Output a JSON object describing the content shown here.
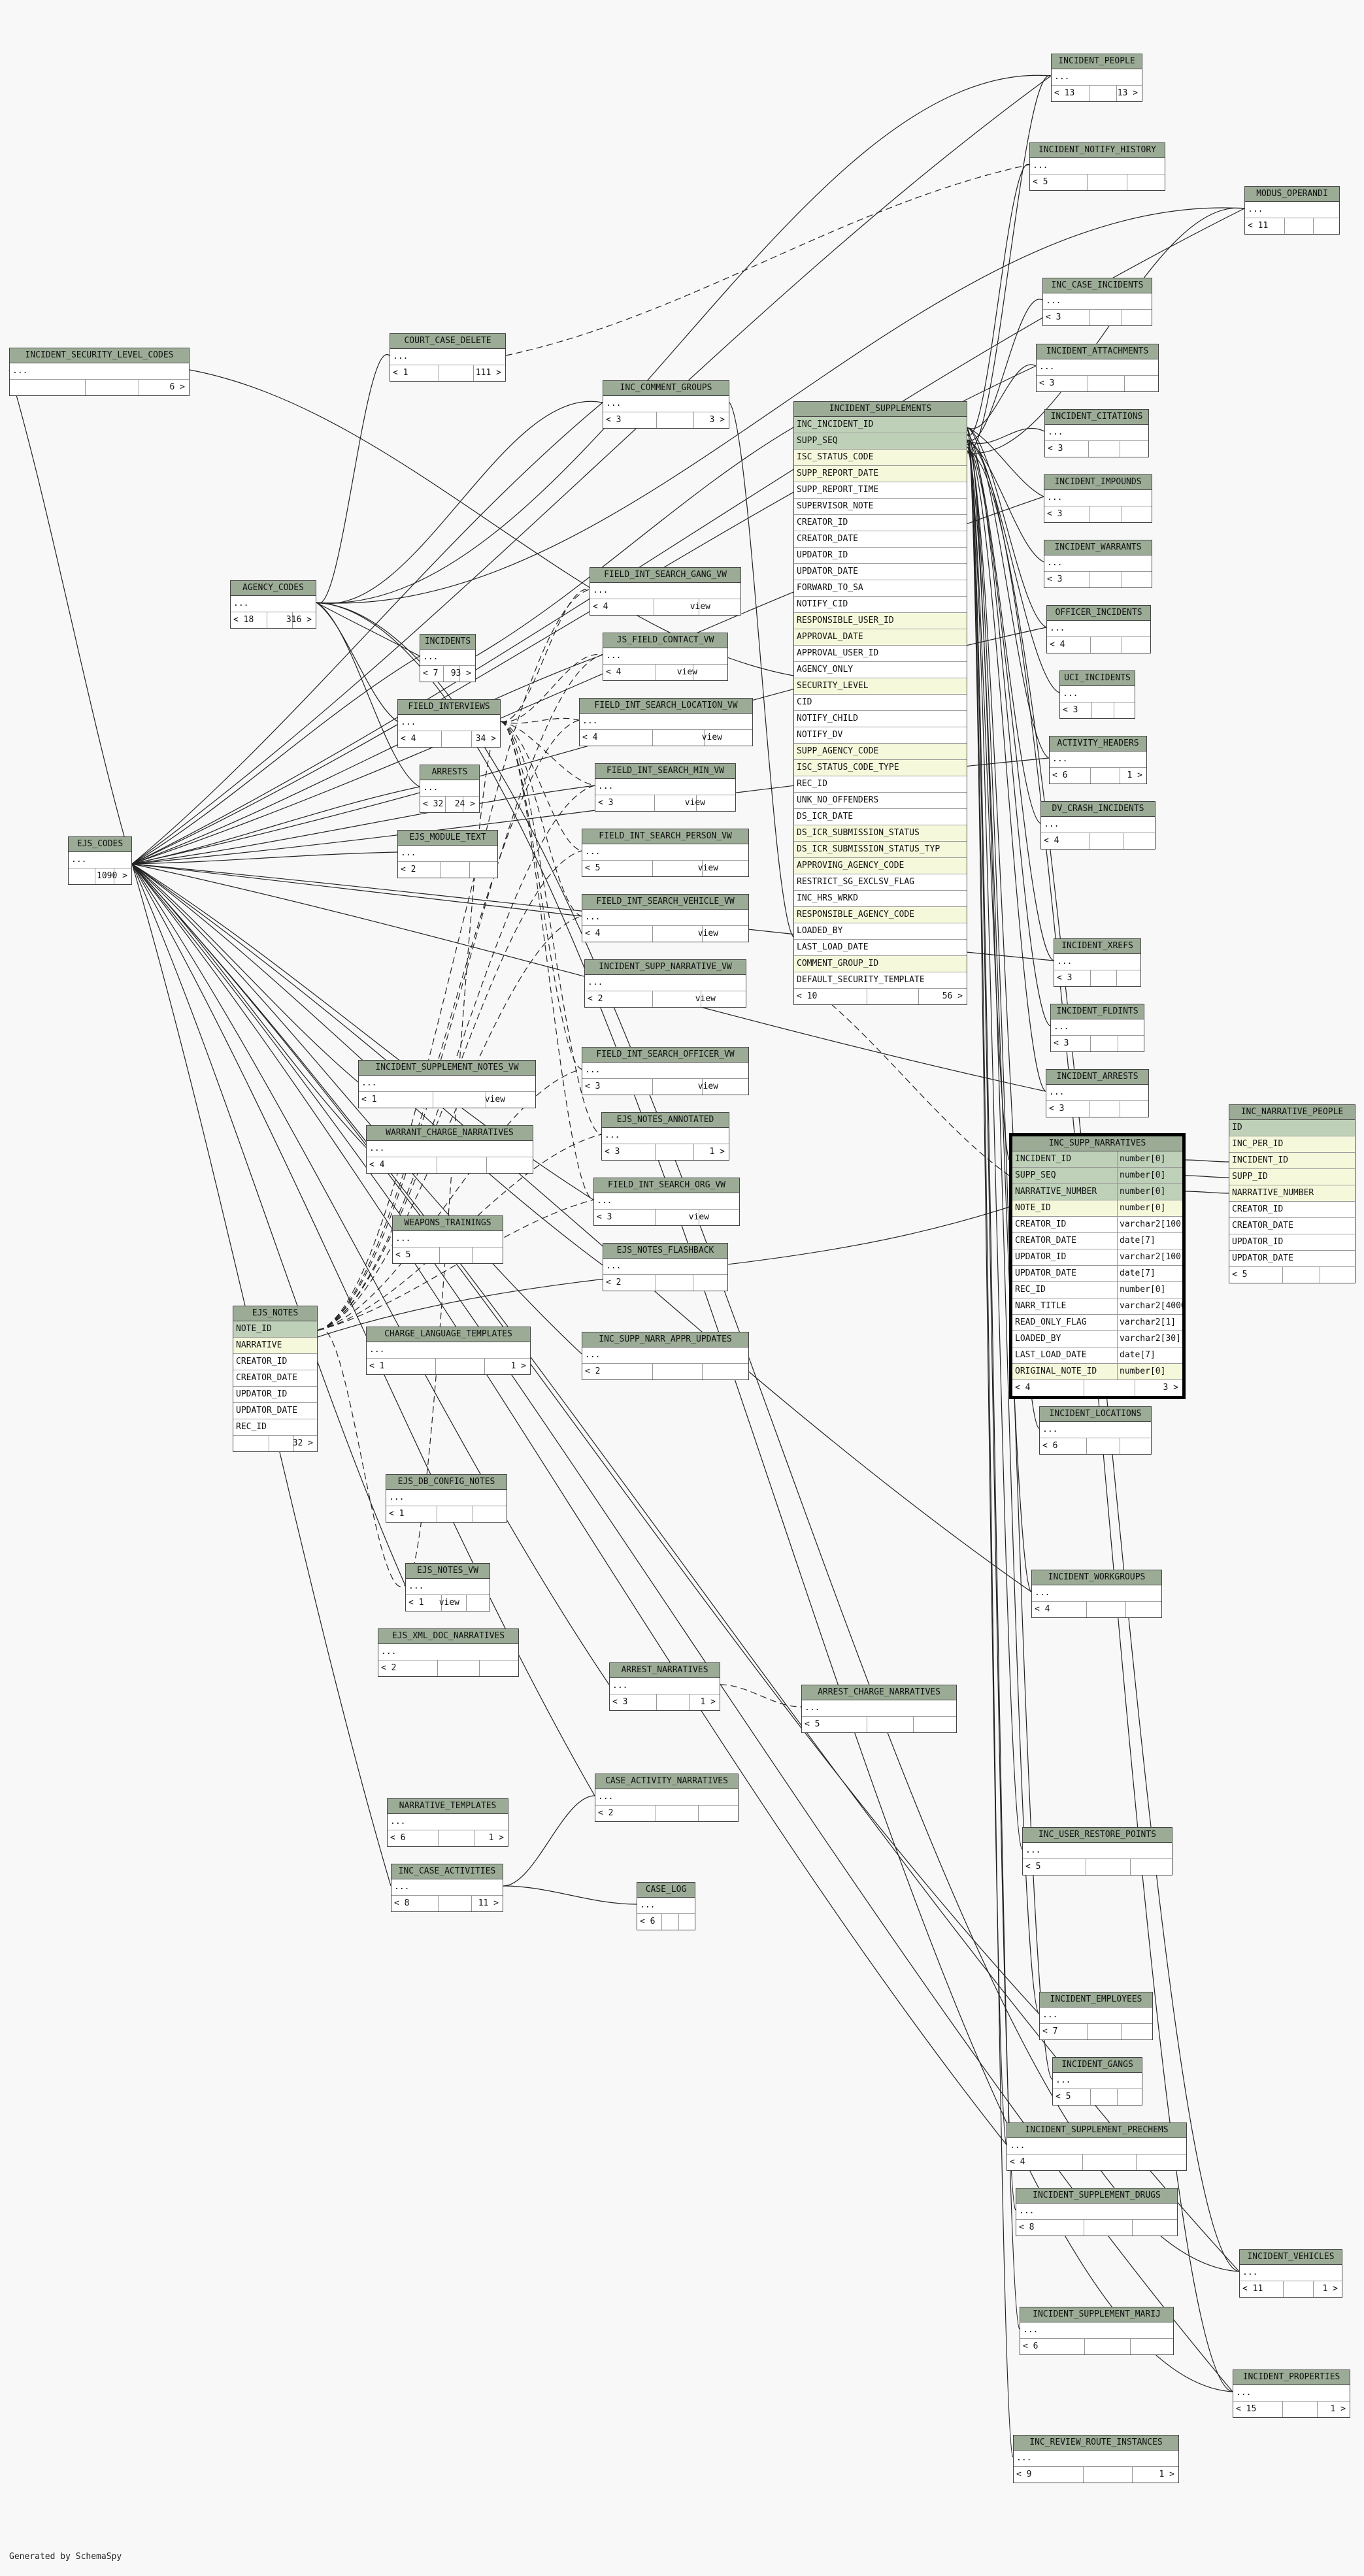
{
  "generated_by": "Generated by SchemaSpy",
  "focus_table": {
    "name": "INC_SUPP_NARRATIVES",
    "columns": [
      {
        "name": "INCIDENT_ID",
        "type": "number[0]",
        "kind": "pk"
      },
      {
        "name": "SUPP_SEQ",
        "type": "number[0]",
        "kind": "pk"
      },
      {
        "name": "NARRATIVE_NUMBER",
        "type": "number[0]",
        "kind": "pk"
      },
      {
        "name": "NOTE_ID",
        "type": "number[0]",
        "kind": "fk"
      },
      {
        "name": "CREATOR_ID",
        "type": "varchar2[100]",
        "kind": ""
      },
      {
        "name": "CREATOR_DATE",
        "type": "date[7]",
        "kind": ""
      },
      {
        "name": "UPDATOR_ID",
        "type": "varchar2[100]",
        "kind": ""
      },
      {
        "name": "UPDATOR_DATE",
        "type": "date[7]",
        "kind": ""
      },
      {
        "name": "REC_ID",
        "type": "number[0]",
        "kind": ""
      },
      {
        "name": "NARR_TITLE",
        "type": "varchar2[4000]",
        "kind": ""
      },
      {
        "name": "READ_ONLY_FLAG",
        "type": "varchar2[1]",
        "kind": ""
      },
      {
        "name": "LOADED_BY",
        "type": "varchar2[30]",
        "kind": ""
      },
      {
        "name": "LAST_LOAD_DATE",
        "type": "date[7]",
        "kind": ""
      },
      {
        "name": "ORIGINAL_NOTE_ID",
        "type": "number[0]",
        "kind": "fk"
      }
    ],
    "footer_left": "< 4",
    "footer_right": "3 >"
  },
  "incident_supplements": {
    "name": "INCIDENT_SUPPLEMENTS",
    "columns": [
      {
        "name": "INC_INCIDENT_ID",
        "kind": "pk"
      },
      {
        "name": "SUPP_SEQ",
        "kind": "pk"
      },
      {
        "name": "ISC_STATUS_CODE",
        "kind": "fk"
      },
      {
        "name": "SUPP_REPORT_DATE",
        "kind": "fk"
      },
      {
        "name": "SUPP_REPORT_TIME",
        "kind": ""
      },
      {
        "name": "SUPERVISOR_NOTE",
        "kind": ""
      },
      {
        "name": "CREATOR_ID",
        "kind": ""
      },
      {
        "name": "CREATOR_DATE",
        "kind": ""
      },
      {
        "name": "UPDATOR_ID",
        "kind": ""
      },
      {
        "name": "UPDATOR_DATE",
        "kind": ""
      },
      {
        "name": "FORWARD_TO_SA",
        "kind": ""
      },
      {
        "name": "NOTIFY_CID",
        "kind": ""
      },
      {
        "name": "RESPONSIBLE_USER_ID",
        "kind": "fk"
      },
      {
        "name": "APPROVAL_DATE",
        "kind": "fk"
      },
      {
        "name": "APPROVAL_USER_ID",
        "kind": ""
      },
      {
        "name": "AGENCY_ONLY",
        "kind": ""
      },
      {
        "name": "SECURITY_LEVEL",
        "kind": "fk"
      },
      {
        "name": "CID",
        "kind": ""
      },
      {
        "name": "NOTIFY_CHILD",
        "kind": ""
      },
      {
        "name": "NOTIFY_DV",
        "kind": ""
      },
      {
        "name": "SUPP_AGENCY_CODE",
        "kind": "fk"
      },
      {
        "name": "ISC_STATUS_CODE_TYPE",
        "kind": "fk"
      },
      {
        "name": "REC_ID",
        "kind": ""
      },
      {
        "name": "UNK_NO_OFFENDERS",
        "kind": ""
      },
      {
        "name": "DS_ICR_DATE",
        "kind": ""
      },
      {
        "name": "DS_ICR_SUBMISSION_STATUS",
        "kind": "fk"
      },
      {
        "name": "DS_ICR_SUBMISSION_STATUS_TYP",
        "kind": "fk"
      },
      {
        "name": "APPROVING_AGENCY_CODE",
        "kind": "fk"
      },
      {
        "name": "RESTRICT_SG_EXCLSV_FLAG",
        "kind": ""
      },
      {
        "name": "INC_HRS_WRKD",
        "kind": ""
      },
      {
        "name": "RESPONSIBLE_AGENCY_CODE",
        "kind": "fk"
      },
      {
        "name": "LOADED_BY",
        "kind": ""
      },
      {
        "name": "LAST_LOAD_DATE",
        "kind": ""
      },
      {
        "name": "COMMENT_GROUP_ID",
        "kind": "fk"
      },
      {
        "name": "DEFAULT_SECURITY_TEMPLATE",
        "kind": ""
      }
    ],
    "footer_left": "< 10",
    "footer_right": "56 >"
  },
  "ejs_notes": {
    "name": "EJS_NOTES",
    "columns": [
      {
        "name": "NOTE_ID",
        "kind": "pk"
      },
      {
        "name": "NARRATIVE",
        "kind": "fk"
      },
      {
        "name": "CREATOR_ID",
        "kind": ""
      },
      {
        "name": "CREATOR_DATE",
        "kind": ""
      },
      {
        "name": "UPDATOR_ID",
        "kind": ""
      },
      {
        "name": "UPDATOR_DATE",
        "kind": ""
      },
      {
        "name": "REC_ID",
        "kind": ""
      }
    ],
    "footer_left": "",
    "footer_right": "32 >"
  },
  "incident_narrative_people": {
    "name": "INC_NARRATIVE_PEOPLE",
    "columns": [
      {
        "name": "ID",
        "kind": "pk"
      },
      {
        "name": "INC_PER_ID",
        "kind": "fk"
      },
      {
        "name": "INCIDENT_ID",
        "kind": "fk"
      },
      {
        "name": "SUPP_ID",
        "kind": "fk"
      },
      {
        "name": "NARRATIVE_NUMBER",
        "kind": "fk"
      },
      {
        "name": "CREATOR_ID",
        "kind": ""
      },
      {
        "name": "CREATOR_DATE",
        "kind": ""
      },
      {
        "name": "UPDATOR_ID",
        "kind": ""
      },
      {
        "name": "UPDATOR_DATE",
        "kind": ""
      }
    ],
    "footer_left": "< 5",
    "footer_right": ""
  },
  "small_tables": [
    {
      "name": "INCIDENT_PEOPLE",
      "l": "< 13",
      "m": "",
      "r": "13 >"
    },
    {
      "name": "INCIDENT_NOTIFY_HISTORY",
      "l": "< 5",
      "m": "",
      "r": ""
    },
    {
      "name": "MODUS_OPERANDI",
      "l": "< 11",
      "m": "",
      "r": ""
    },
    {
      "name": "INC_CASE_INCIDENTS",
      "l": "< 3",
      "m": "",
      "r": ""
    },
    {
      "name": "INCIDENT_ATTACHMENTS",
      "l": "< 3",
      "m": "",
      "r": ""
    },
    {
      "name": "INCIDENT_CITATIONS",
      "l": "< 3",
      "m": "",
      "r": ""
    },
    {
      "name": "INCIDENT_IMPOUNDS",
      "l": "< 3",
      "m": "",
      "r": ""
    },
    {
      "name": "INCIDENT_WARRANTS",
      "l": "< 3",
      "m": "",
      "r": ""
    },
    {
      "name": "OFFICER_INCIDENTS",
      "l": "< 4",
      "m": "",
      "r": ""
    },
    {
      "name": "UCI_INCIDENTS",
      "l": "< 3",
      "m": "",
      "r": ""
    },
    {
      "name": "ACTIVITY_HEADERS",
      "l": "< 6",
      "m": "",
      "r": "1 >"
    },
    {
      "name": "DV_CRASH_INCIDENTS",
      "l": "< 4",
      "m": "",
      "r": ""
    },
    {
      "name": "INCIDENT_XREFS",
      "l": "< 3",
      "m": "",
      "r": ""
    },
    {
      "name": "INCIDENT_FLDINTS",
      "l": "< 3",
      "m": "",
      "r": ""
    },
    {
      "name": "INCIDENT_ARRESTS",
      "l": "< 3",
      "m": "",
      "r": ""
    },
    {
      "name": "INCIDENT_LOCATIONS",
      "l": "< 6",
      "m": "",
      "r": ""
    },
    {
      "name": "INCIDENT_WORKGROUPS",
      "l": "< 4",
      "m": "",
      "r": ""
    },
    {
      "name": "INC_USER_RESTORE_POINTS",
      "l": "< 5",
      "m": "",
      "r": ""
    },
    {
      "name": "INCIDENT_EMPLOYEES",
      "l": "< 7",
      "m": "",
      "r": ""
    },
    {
      "name": "INCIDENT_GANGS",
      "l": "< 5",
      "m": "",
      "r": ""
    },
    {
      "name": "INCIDENT_SUPPLEMENT_PRECHEMS",
      "l": "< 4",
      "m": "",
      "r": ""
    },
    {
      "name": "INCIDENT_SUPPLEMENT_DRUGS",
      "l": "< 8",
      "m": "",
      "r": ""
    },
    {
      "name": "INCIDENT_VEHICLES",
      "l": "< 11",
      "m": "",
      "r": "1 >"
    },
    {
      "name": "INCIDENT_SUPPLEMENT_MARIJ",
      "l": "< 6",
      "m": "",
      "r": ""
    },
    {
      "name": "INCIDENT_PROPERTIES",
      "l": "< 15",
      "m": "",
      "r": "1 >"
    },
    {
      "name": "INC_REVIEW_ROUTE_INSTANCES",
      "l": "< 9",
      "m": "",
      "r": "1 >"
    },
    {
      "name": "INCIDENT_SECURITY_LEVEL_CODES",
      "l": "",
      "m": "",
      "r": "6 >"
    },
    {
      "name": "COURT_CASE_DELETE",
      "l": "< 1",
      "m": "",
      "r": "111 >"
    },
    {
      "name": "INC_COMMENT_GROUPS",
      "l": "< 3",
      "m": "",
      "r": "3 >"
    },
    {
      "name": "AGENCY_CODES",
      "l": "< 18",
      "m": "",
      "r": "316 >"
    },
    {
      "name": "INCIDENTS",
      "l": "< 7",
      "m": "",
      "r": "93 >"
    },
    {
      "name": "FIELD_INTERVIEWS",
      "l": "< 4",
      "m": "",
      "r": "34 >"
    },
    {
      "name": "ARRESTS",
      "l": "< 32",
      "m": "",
      "r": "24 >"
    },
    {
      "name": "EJS_CODES",
      "l": "",
      "m": "",
      "r": "1090 >"
    },
    {
      "name": "EJS_MODULE_TEXT",
      "l": "< 2",
      "m": "",
      "r": ""
    },
    {
      "name": "FIELD_INT_SEARCH_GANG_VW",
      "l": "< 4",
      "m": "view",
      "r": ""
    },
    {
      "name": "JS_FIELD_CONTACT_VW",
      "l": "< 4",
      "m": "view",
      "r": ""
    },
    {
      "name": "FIELD_INT_SEARCH_LOCATION_VW",
      "l": "< 4",
      "m": "view",
      "r": ""
    },
    {
      "name": "FIELD_INT_SEARCH_MIN_VW",
      "l": "< 3",
      "m": "view",
      "r": ""
    },
    {
      "name": "FIELD_INT_SEARCH_PERSON_VW",
      "l": "< 5",
      "m": "view",
      "r": ""
    },
    {
      "name": "FIELD_INT_SEARCH_VEHICLE_VW",
      "l": "< 4",
      "m": "view",
      "r": ""
    },
    {
      "name": "INCIDENT_SUPP_NARRATIVE_VW",
      "l": "< 2",
      "m": "view",
      "r": ""
    },
    {
      "name": "INCIDENT_SUPPLEMENT_NOTES_VW",
      "l": "< 1",
      "m": "view",
      "r": ""
    },
    {
      "name": "FIELD_INT_SEARCH_OFFICER_VW",
      "l": "< 3",
      "m": "view",
      "r": ""
    },
    {
      "name": "WARRANT_CHARGE_NARRATIVES",
      "l": "< 4",
      "m": "",
      "r": ""
    },
    {
      "name": "EJS_NOTES_ANNOTATED",
      "l": "< 3",
      "m": "",
      "r": "1 >"
    },
    {
      "name": "FIELD_INT_SEARCH_ORG_VW",
      "l": "< 3",
      "m": "view",
      "r": ""
    },
    {
      "name": "WEAPONS_TRAININGS",
      "l": "< 5",
      "m": "",
      "r": ""
    },
    {
      "name": "EJS_NOTES_FLASHBACK",
      "l": "< 2",
      "m": "",
      "r": ""
    },
    {
      "name": "CHARGE_LANGUAGE_TEMPLATES",
      "l": "< 1",
      "m": "",
      "r": "1 >"
    },
    {
      "name": "INC_SUPP_NARR_APPR_UPDATES",
      "l": "< 2",
      "m": "",
      "r": ""
    },
    {
      "name": "EJS_DB_CONFIG_NOTES",
      "l": "< 1",
      "m": "",
      "r": ""
    },
    {
      "name": "EJS_NOTES_VW",
      "l": "< 1",
      "m": "view",
      "r": ""
    },
    {
      "name": "EJS_XML_DOC_NARRATIVES",
      "l": "< 2",
      "m": "",
      "r": ""
    },
    {
      "name": "ARREST_NARRATIVES",
      "l": "< 3",
      "m": "",
      "r": "1 >"
    },
    {
      "name": "ARREST_CHARGE_NARRATIVES",
      "l": "< 5",
      "m": "",
      "r": ""
    },
    {
      "name": "CASE_ACTIVITY_NARRATIVES",
      "l": "< 2",
      "m": "",
      "r": ""
    },
    {
      "name": "NARRATIVE_TEMPLATES",
      "l": "< 6",
      "m": "",
      "r": "1 >"
    },
    {
      "name": "INC_CASE_ACTIVITIES",
      "l": "< 8",
      "m": "",
      "r": "11 >"
    },
    {
      "name": "CASE_LOG",
      "l": "< 6",
      "m": "",
      "r": ""
    }
  ],
  "ellipsis": "..."
}
